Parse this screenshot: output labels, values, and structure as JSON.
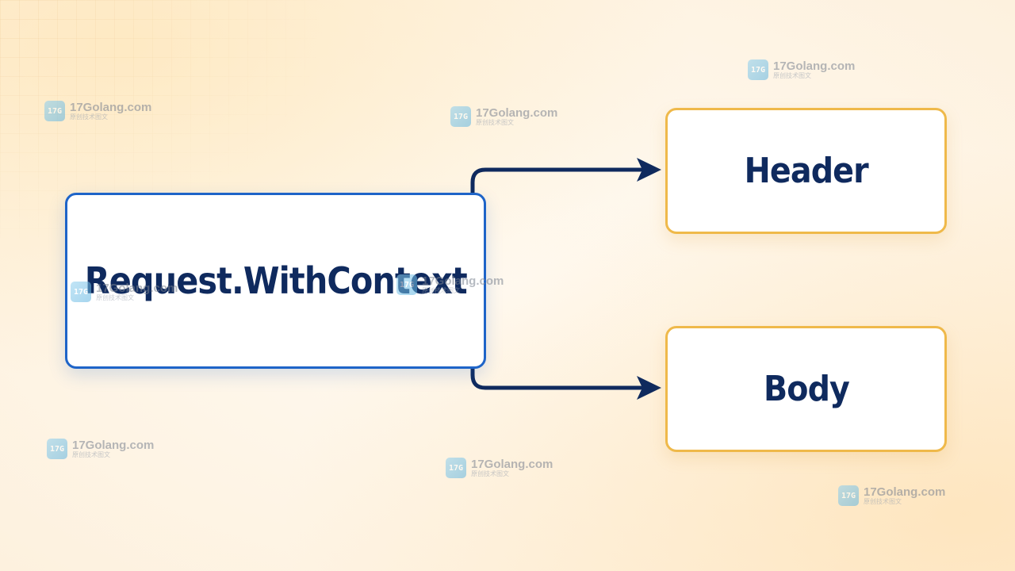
{
  "diagram": {
    "source_node": {
      "label": "Request.WithContext"
    },
    "target_nodes": [
      {
        "label": "Header"
      },
      {
        "label": "Body"
      }
    ],
    "colors": {
      "source_border": "#1e64c8",
      "target_border": "#efb94a",
      "arrow": "#0f2a5e",
      "text": "#0f2a5e"
    }
  },
  "watermark": {
    "site": "17Golang.com",
    "tagline": "原创技术图文",
    "logo_text": "17G"
  }
}
